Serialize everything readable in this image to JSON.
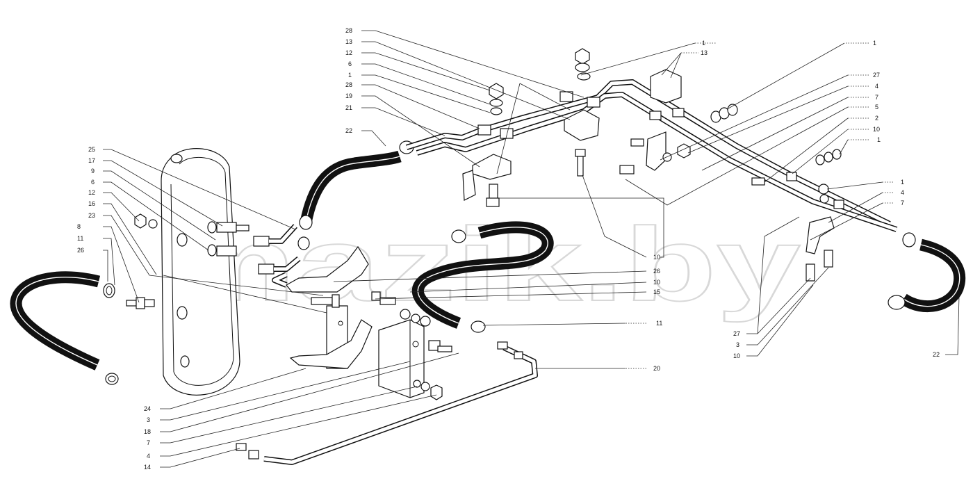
{
  "watermark": "mazik.by",
  "callouts": [
    {
      "id": "c-28a",
      "text": "28"
    },
    {
      "id": "c-13a",
      "text": "13"
    },
    {
      "id": "c-12a",
      "text": "12"
    },
    {
      "id": "c-6a",
      "text": "6"
    },
    {
      "id": "c-1a",
      "text": "1"
    },
    {
      "id": "c-28b",
      "text": "28"
    },
    {
      "id": "c-19",
      "text": "19"
    },
    {
      "id": "c-21",
      "text": "21"
    },
    {
      "id": "c-22a",
      "text": "22"
    },
    {
      "id": "c-25",
      "text": "25"
    },
    {
      "id": "c-17",
      "text": "17"
    },
    {
      "id": "c-9",
      "text": "9"
    },
    {
      "id": "c-6b",
      "text": "6"
    },
    {
      "id": "c-12b",
      "text": "12"
    },
    {
      "id": "c-16",
      "text": "16"
    },
    {
      "id": "c-23",
      "text": "23"
    },
    {
      "id": "c-8",
      "text": "8"
    },
    {
      "id": "c-11a",
      "text": "11"
    },
    {
      "id": "c-26a",
      "text": "26"
    },
    {
      "id": "c-24",
      "text": "24"
    },
    {
      "id": "c-3a",
      "text": "3"
    },
    {
      "id": "c-18",
      "text": "18"
    },
    {
      "id": "c-7a",
      "text": "7"
    },
    {
      "id": "c-4a",
      "text": "4"
    },
    {
      "id": "c-14",
      "text": "14"
    },
    {
      "id": "c-1b",
      "text": "1"
    },
    {
      "id": "c-13b",
      "text": "13"
    },
    {
      "id": "c-1c",
      "text": "1"
    },
    {
      "id": "c-27a",
      "text": "27"
    },
    {
      "id": "c-4b",
      "text": "4"
    },
    {
      "id": "c-7b",
      "text": "7"
    },
    {
      "id": "c-5",
      "text": "5"
    },
    {
      "id": "c-2",
      "text": "2"
    },
    {
      "id": "c-10a",
      "text": "10"
    },
    {
      "id": "c-1d",
      "text": "1"
    },
    {
      "id": "c-1e",
      "text": "1"
    },
    {
      "id": "c-4c",
      "text": "4"
    },
    {
      "id": "c-7c",
      "text": "7"
    },
    {
      "id": "c-10b",
      "text": "10"
    },
    {
      "id": "c-26b",
      "text": "26"
    },
    {
      "id": "c-10c",
      "text": "10"
    },
    {
      "id": "c-15",
      "text": "15"
    },
    {
      "id": "c-11b",
      "text": "11"
    },
    {
      "id": "c-20",
      "text": "20"
    },
    {
      "id": "c-27b",
      "text": "27"
    },
    {
      "id": "c-3b",
      "text": "3"
    },
    {
      "id": "c-10d",
      "text": "10"
    },
    {
      "id": "c-22b",
      "text": "22"
    }
  ]
}
